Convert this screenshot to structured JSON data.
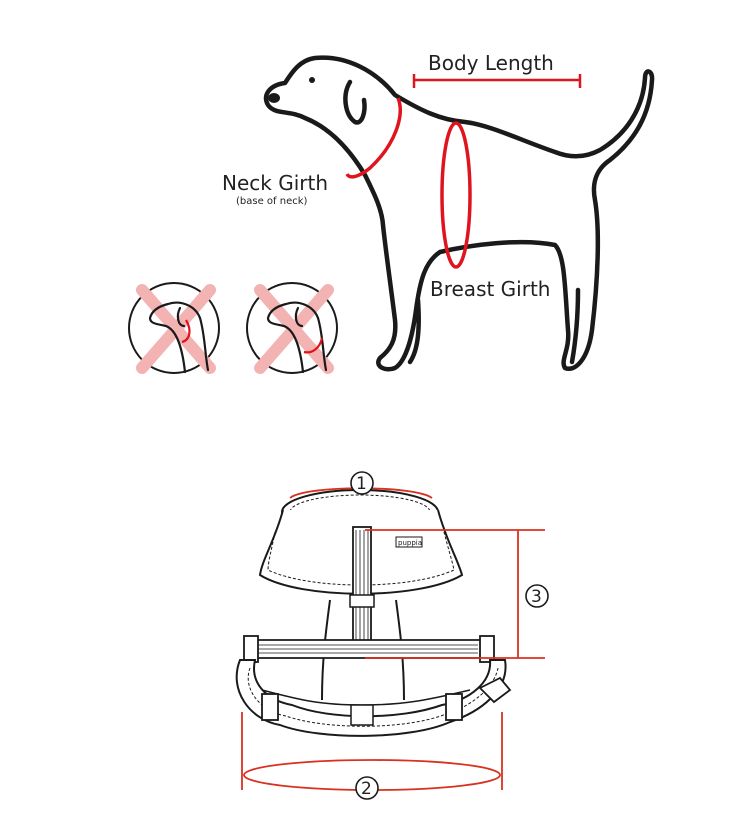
{
  "dog_diagram": {
    "body_length_label": "Body Length",
    "neck_girth_label": "Neck Girth",
    "neck_girth_note": "(base of neck)",
    "breast_girth_label": "Breast Girth",
    "wrong_examples_count": 2,
    "accent_color": "#e0141e",
    "wrong_mark_color": "#f3b3b3"
  },
  "harness_diagram": {
    "markers": [
      "1",
      "2",
      "3"
    ],
    "tag_text": "puppia",
    "accent_color": "#d9311f"
  }
}
